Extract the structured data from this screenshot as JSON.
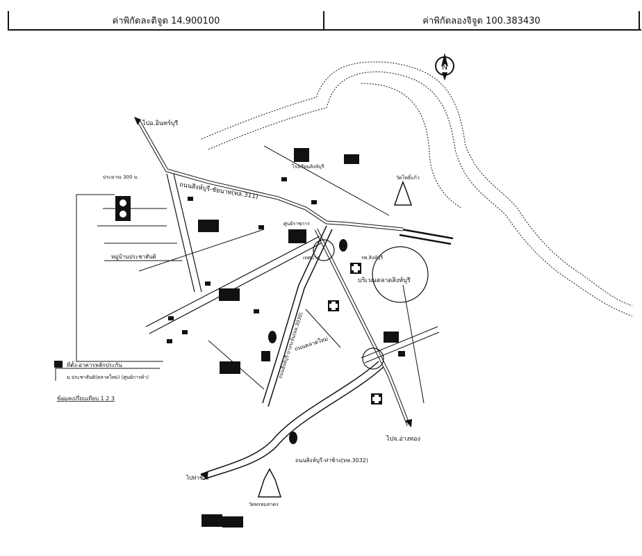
{
  "coords": {
    "lat_label": "ค่าพิกัดละติจูด 14.900100",
    "lon_label": "ค่าพิกัดลองจิจูด 100.383430"
  },
  "north_label": "N",
  "roads": {
    "road_311": "ถนนสิงห์บุรี-ชัยนาท(ทล.311)",
    "road_3030": "ถนนสิงห์บุรี-บางระจัน(ทล.3030)",
    "road_3032": "ถนนสิงห์บุรี-ท่าช้าง(ทล.3032)",
    "road_new": "ถนนตลาดใหม่"
  },
  "places": {
    "to_inburi": "ไปอ.อินทร์บุรี",
    "to_angthong": "ไปจ.อ่างทอง",
    "to_thachang": "ไปท่าช้าง",
    "school_stamp": "โรงเรียนสิงห์บุรี",
    "center": "ศูนย์ราชการ",
    "hospital": "รพ.สิงห์บุรี",
    "market": "บริเวณตลาดสิงห์บุรี",
    "municipality": "เทศบาล",
    "temple_right": "วัดโพธิ์แก้ว",
    "temple_bottom": "วัดพรหมสาคร",
    "village": "หมู่บ้านประชาสันติ",
    "distance": "ประมาณ 300 ม.",
    "legend_title": "ที่ตั้ง-อาคารหลักประกัน",
    "legend_desc": "ม.ประชาสันติ(ตลาดใหม่) (ศูนย์การค้า)",
    "info_label": "ข้อมูลเปรียบเทียบ 1 2 3"
  }
}
